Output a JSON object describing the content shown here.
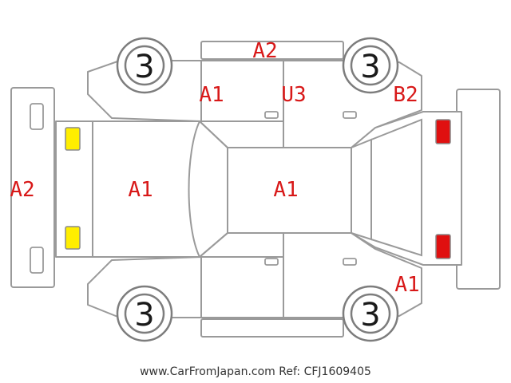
{
  "tires": {
    "front_left": "3",
    "front_right": "3",
    "rear_left": "3",
    "rear_right": "3"
  },
  "damage_codes": {
    "roof_top": "A2",
    "front_door_upper": "A1",
    "rear_door_upper": "U3",
    "rear_quarter_upper": "B2",
    "front_bumper": "A2",
    "hood": "A1",
    "roof": "A1",
    "rear_quarter_lower": "A1"
  },
  "lamp_colors": {
    "front": "#ffee00",
    "rear": "#e01010"
  },
  "footer": {
    "watermark": "www.CarFromJapan.com Ref: CFJ1609405"
  }
}
